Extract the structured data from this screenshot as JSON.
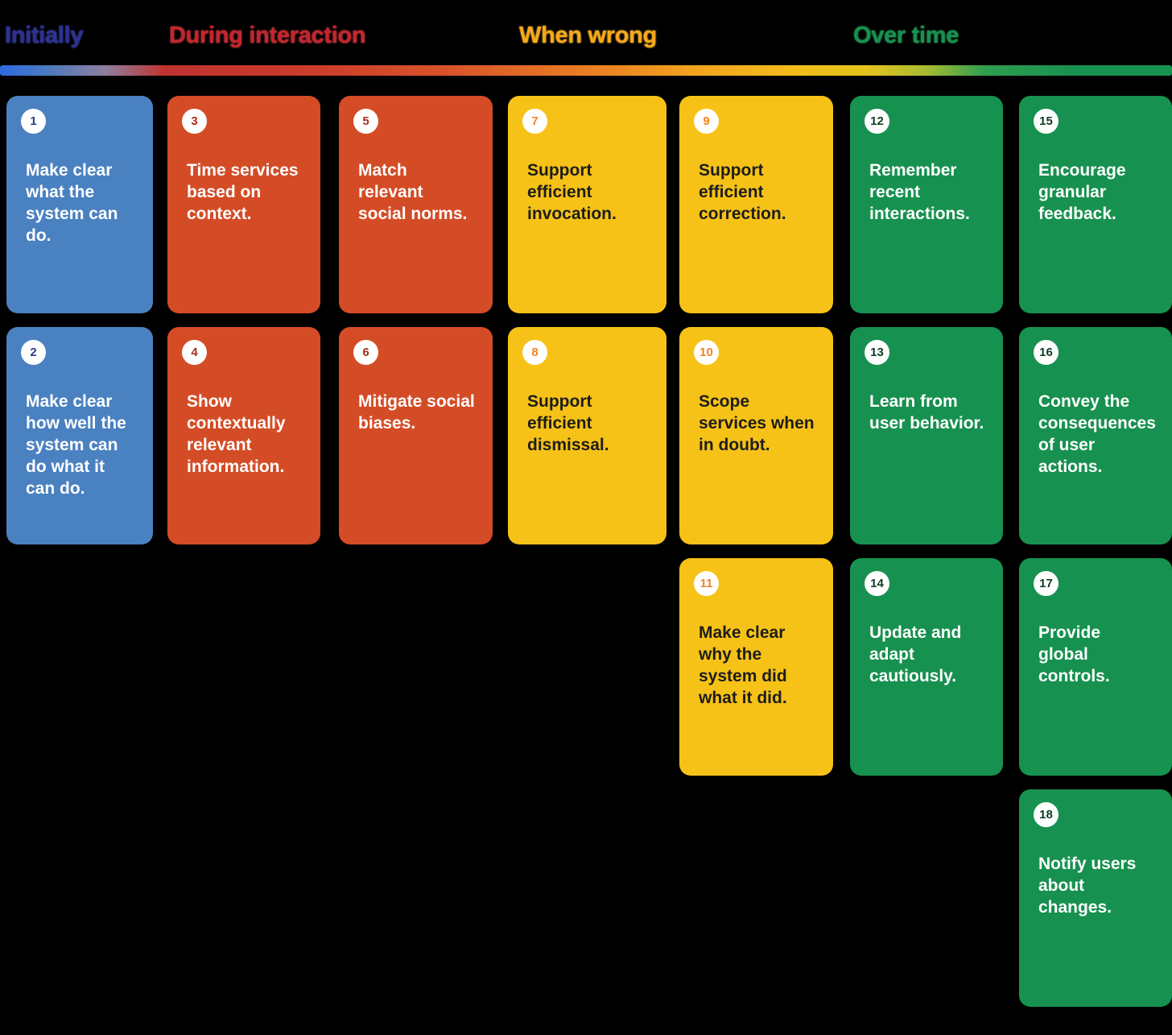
{
  "phases": [
    {
      "label": "Initially",
      "color": "#2e3192"
    },
    {
      "label": "During interaction",
      "color": "#c4262e"
    },
    {
      "label": "When wrong",
      "color": "#f7a81b"
    },
    {
      "label": "Over time",
      "color": "#18914f"
    }
  ],
  "gradient_bar": {
    "colors": [
      "#2f6ae0",
      "#c03330",
      "#ea7d24",
      "#f2bd1b",
      "#17914f"
    ]
  },
  "card_colors": {
    "initially": "#4a81c1",
    "during_interaction": "#d44c26",
    "when_wrong": "#f7c217",
    "over_time": "#17914f"
  },
  "cards": [
    {
      "number": "1",
      "phase": "Initially",
      "text": "Make clear what the system can do."
    },
    {
      "number": "2",
      "phase": "Initially",
      "text": "Make clear how well the system can do what it can do."
    },
    {
      "number": "3",
      "phase": "During interaction",
      "text": "Time services based on context."
    },
    {
      "number": "4",
      "phase": "During interaction",
      "text": "Show contextually relevant information."
    },
    {
      "number": "5",
      "phase": "During interaction",
      "text": "Match relevant social norms."
    },
    {
      "number": "6",
      "phase": "During interaction",
      "text": "Mitigate social biases."
    },
    {
      "number": "7",
      "phase": "When wrong",
      "text": "Support efficient invocation."
    },
    {
      "number": "8",
      "phase": "When wrong",
      "text": "Support efficient dismissal."
    },
    {
      "number": "9",
      "phase": "When wrong",
      "text": "Support efficient correction."
    },
    {
      "number": "10",
      "phase": "When wrong",
      "text": "Scope services when in doubt."
    },
    {
      "number": "11",
      "phase": "When wrong",
      "text": "Make clear why the system did what it did."
    },
    {
      "number": "12",
      "phase": "Over time",
      "text": "Remember recent interactions."
    },
    {
      "number": "13",
      "phase": "Over time",
      "text": "Learn from user behavior."
    },
    {
      "number": "14",
      "phase": "Over time",
      "text": "Update and adapt cautiously."
    },
    {
      "number": "15",
      "phase": "Over time",
      "text": "Encourage granular feedback."
    },
    {
      "number": "16",
      "phase": "Over time",
      "text": "Convey the consequences of user actions."
    },
    {
      "number": "17",
      "phase": "Over time",
      "text": "Provide global controls."
    },
    {
      "number": "18",
      "phase": "Over time",
      "text": "Notify users about changes."
    }
  ]
}
